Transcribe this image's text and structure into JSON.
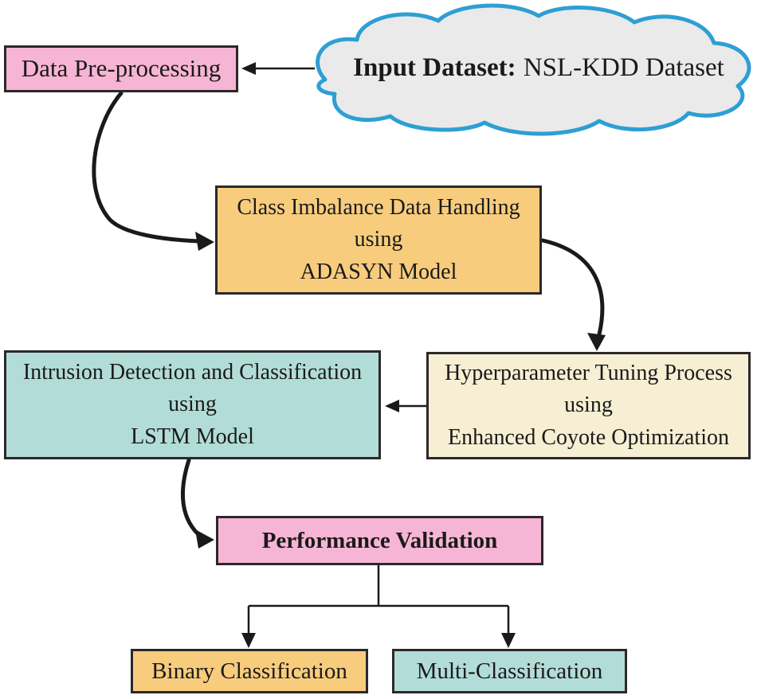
{
  "colors": {
    "pink": "#F7B5D5",
    "orange": "#F8CC7D",
    "cream": "#F6EFD3",
    "teal": "#B2DCD7",
    "cloud_fill": "#EAEAEA",
    "cloud_stroke": "#2E9FD4",
    "border": "#2B2829",
    "arrow": "#1A1A1A",
    "text": "#1A1A1A"
  },
  "cloud": {
    "bold_label": "Input Dataset:",
    "label": "NSL-KDD Dataset"
  },
  "nodes": {
    "preprocessing": {
      "label": "Data Pre-processing"
    },
    "imbalance": {
      "lines": [
        "Class Imbalance Data Handling",
        "using",
        "ADASYN Model"
      ]
    },
    "tuning": {
      "lines": [
        "Hyperparameter Tuning Process",
        "using",
        "Enhanced Coyote Optimization"
      ]
    },
    "detection": {
      "lines": [
        "Intrusion Detection and Classification",
        "using",
        "LSTM Model"
      ]
    },
    "validation": {
      "label": "Performance Validation"
    },
    "binary": {
      "label": "Binary Classification"
    },
    "multi": {
      "label": "Multi-Classification"
    }
  },
  "edges": [
    {
      "from": "input-dataset-cloud",
      "to": "data-preprocessing"
    },
    {
      "from": "data-preprocessing",
      "to": "class-imbalance-handling"
    },
    {
      "from": "class-imbalance-handling",
      "to": "hyperparameter-tuning"
    },
    {
      "from": "hyperparameter-tuning",
      "to": "intrusion-detection"
    },
    {
      "from": "intrusion-detection",
      "to": "performance-validation"
    },
    {
      "from": "performance-validation",
      "to": "binary-classification"
    },
    {
      "from": "performance-validation",
      "to": "multi-classification"
    }
  ]
}
